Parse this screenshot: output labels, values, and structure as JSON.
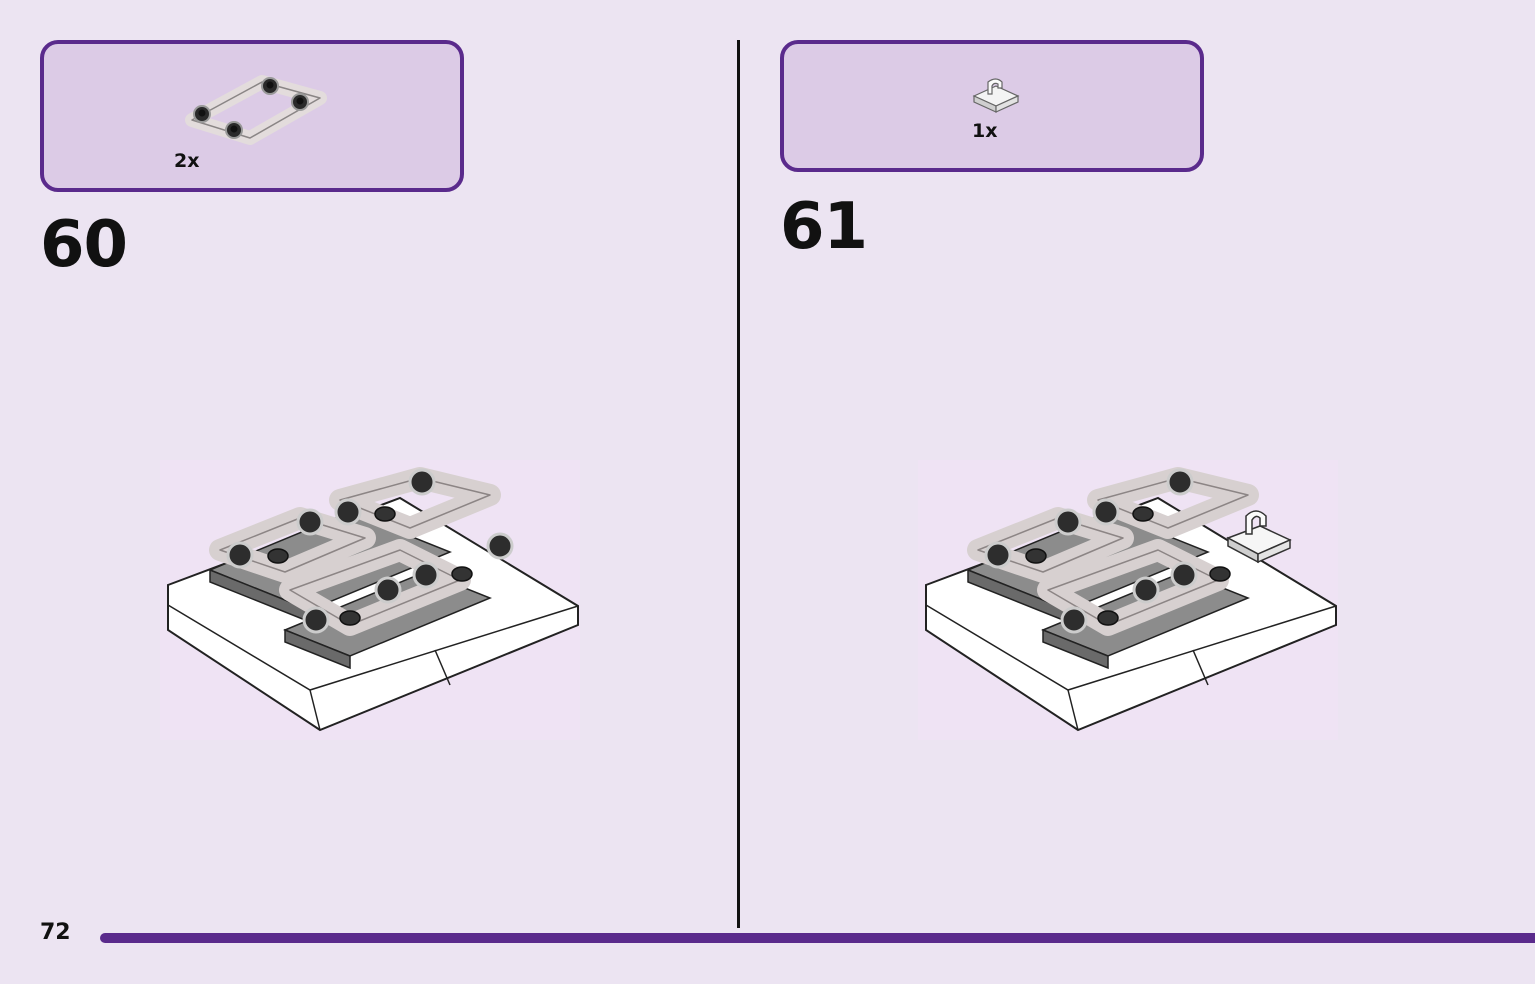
{
  "page": {
    "number": "72"
  },
  "steps": [
    {
      "number": "60",
      "callout": {
        "quantity": "2x",
        "part": "transparent-clear-tube-frame-with-studs"
      }
    },
    {
      "number": "61",
      "callout": {
        "quantity": "1x",
        "part": "white-clip-plate"
      }
    }
  ],
  "colors": {
    "accent": "#5a2a8c",
    "background": "#ece4f2",
    "callout_fill": "#dccbe6"
  }
}
